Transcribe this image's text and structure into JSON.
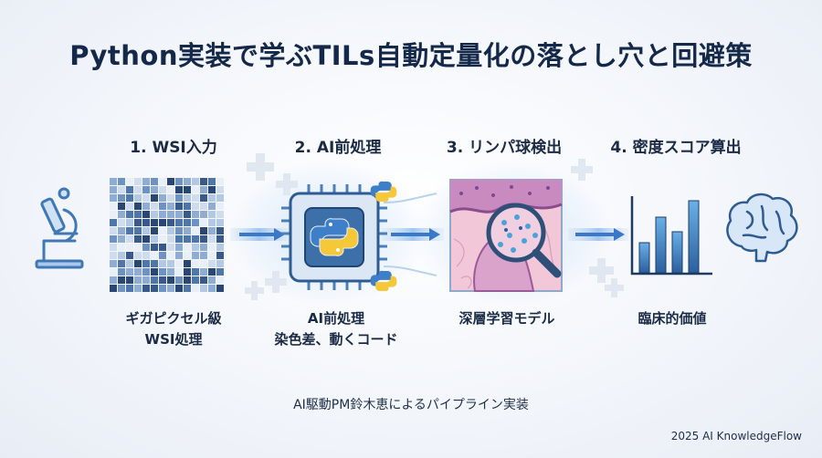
{
  "title": "Python実装で学ぶTILs自動定量化の落とし穴と回避策",
  "steps": [
    {
      "label": "1. WSI入力",
      "caption": [
        "ギガピクセル級",
        "WSI処理"
      ]
    },
    {
      "label": "2. AI前処理",
      "caption": [
        "AI前処理",
        "染色差、動くコード"
      ]
    },
    {
      "label": "3. リンパ球検出",
      "caption": [
        "深層学習モデル"
      ]
    },
    {
      "label": "4. 密度スコア算出",
      "caption": [
        "臨床的価値"
      ]
    }
  ],
  "credit": "AI駆動PM鈴木恵によるパイプライン実装",
  "copyright": "2025 AI KnowledgeFlow",
  "icons": [
    "microscope-icon",
    "wsi-tile-icon",
    "python-chip-icon",
    "tissue-magnifier-icon",
    "bar-chart-icon",
    "brain-icon"
  ],
  "colors": {
    "accent": "#3a78c9",
    "navy": "#14284a",
    "tissue": "#c98bbf"
  }
}
